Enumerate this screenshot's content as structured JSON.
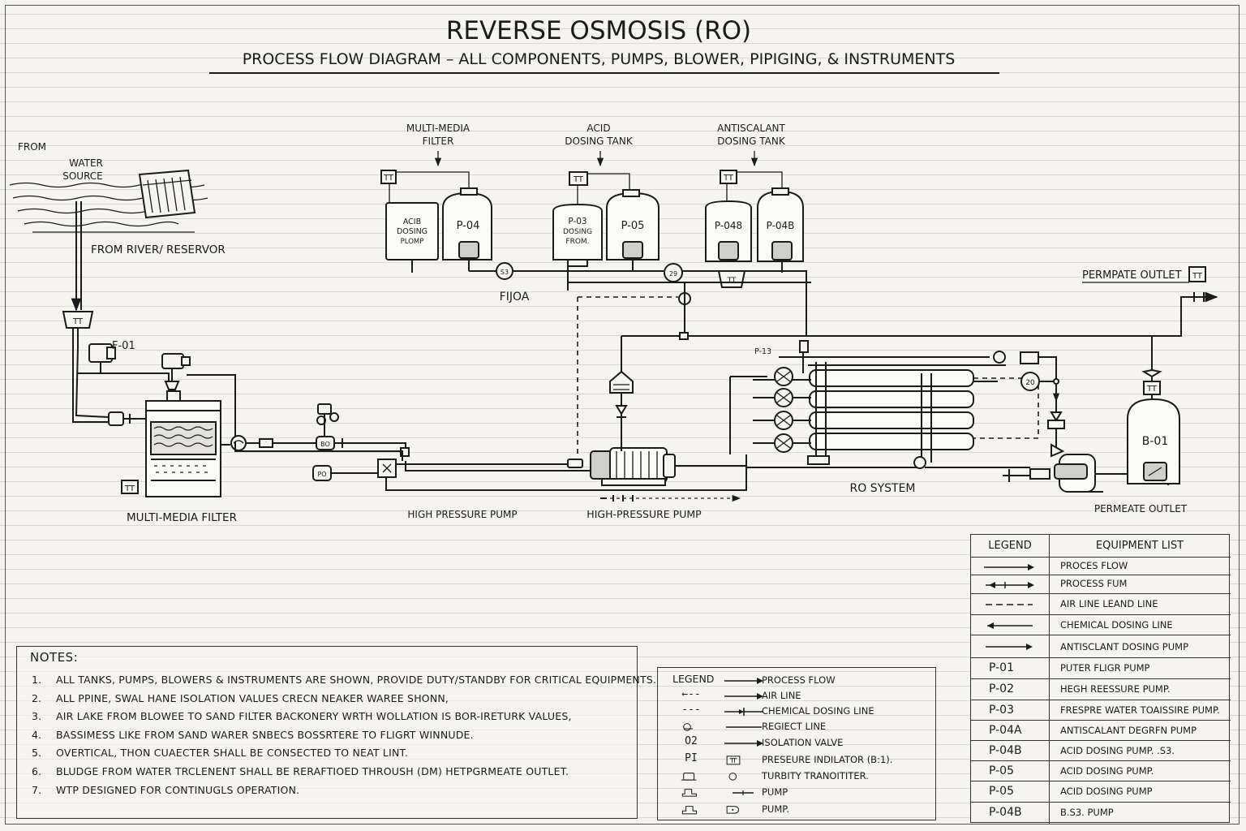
{
  "header": {
    "title": "REVERSE OSMOSIS (RO)",
    "subtitle": "PROCESS FLOW DIAGRAM – ALL COMPONENTS, PUMPS, BLOWER, PIPIGING, & INSTRUMENTS"
  },
  "intake": {
    "from": "FROM",
    "water_source": [
      "WATER",
      "SOURCE"
    ],
    "from_river": "FROM RIVER/ RESERVOR",
    "valve_tag": "F-01",
    "instrument_tag": "TT"
  },
  "chemicals": {
    "mmf_title": [
      "MULTI-MEDIA",
      "FILTER"
    ],
    "acid_title": [
      "ACID",
      "DOSING TANK"
    ],
    "antiscalant_title": [
      "ANTISCALANT",
      "DOSING TANK"
    ],
    "acid_pump_label": [
      "ACIB",
      "DOSING",
      "PLOMP"
    ],
    "p04": "P-04",
    "p03_label": [
      "P-03",
      "DOSING",
      "FROM."
    ],
    "p05": "P-05",
    "p048": "P-048",
    "p04b": "P-04B",
    "tt_tag": "TT",
    "flow_label": "FIJOA",
    "gauge1": "S3",
    "gauge2": "29"
  },
  "process": {
    "mmf_label": "MULTI-MEDIA FILTER",
    "hp_pump_1": "HIGH PRESSURE PUMP",
    "hp_pump_2": "HIGH-PRESSURE PUMP",
    "ro_system": "RO SYSTEM",
    "p13": "P-13",
    "gauge_ro": "20",
    "bo_gauge": "BO",
    "po_gauge": "PO"
  },
  "outlets": {
    "permeate_top": "PERMPATE OUTLET",
    "permeate_bottom": "PERMEATE OUTLET",
    "blower_tag": "B-01"
  },
  "notes": {
    "title": "NOTES:",
    "items": [
      {
        "n": "1.",
        "text": "ALL TANKS, PUMPS, BLOWERS & INSTRUMENTS ARE SHOWN, PROVIDE DUTY/STANDBY FOR CRITICAL EQUIPMENTS."
      },
      {
        "n": "2.",
        "text": "ALL PPINE, SWAL HANE ISOLATION VALUES CRECN NEAKER WAREE SHONN,"
      },
      {
        "n": "3.",
        "text": "AIR LAKE FROM BLOWEE TO SAND FILTER BACKONERY WRTH WOLLATION IS BOR-IRETURK VALUES,"
      },
      {
        "n": "4.",
        "text": "BASSIMESS LIKE FROM SAND WARER SNBECS BOSSRTERE TO FLIGRT WINNUDE."
      },
      {
        "n": "5.",
        "text": "OVERTICAL, THON CUAECTER SHALL BE CONSECTED TO NEAT LINT."
      },
      {
        "n": "6.",
        "text": "BLUDGE FROM WATER TRCLENENT SHALL BE RERAFTIOED THROUSH (DM) HETPGRMEATE OUTLET."
      },
      {
        "n": "7.",
        "text": "WTP DESIGNED FOR CONTINUGLS OPERATION."
      }
    ]
  },
  "legend_small": {
    "title": "LEGEND",
    "rows": [
      {
        "sym": "",
        "label": "PROCESS FLOW"
      },
      {
        "sym": "←--",
        "label": "AIR LINE"
      },
      {
        "sym": "---",
        "label": "CHEMICAL DOSING LINE"
      },
      {
        "sym": "",
        "label": "REGIECT LINE"
      },
      {
        "sym": "O2",
        "label": "ISOLATION VALVE"
      },
      {
        "sym": "PI",
        "label": "PRESEURE INDILATOR (B:1)."
      },
      {
        "sym": "",
        "label": "TURBITY TRANOITITER."
      },
      {
        "sym": "",
        "label": "PUMP"
      },
      {
        "sym": "",
        "label": "PUMP."
      }
    ]
  },
  "equipment": {
    "legend_header": "LEGEND",
    "list_header": "EQUIPMENT LIST",
    "rows": [
      {
        "tag": "",
        "desc": "PROCES FLOW"
      },
      {
        "tag": "",
        "desc": "PROCESS FUM"
      },
      {
        "tag": "",
        "desc": "AIR LINE LEAND LINE"
      },
      {
        "tag": "",
        "desc": "CHEMICAL DOSING LINE"
      },
      {
        "tag": "",
        "desc": "ANTISCLANT DOSING PUMP"
      },
      {
        "tag": "P-01",
        "desc": "PUTER FLIGR PUMP"
      },
      {
        "tag": "P-02",
        "desc": "HEGH REESSURE PUMP."
      },
      {
        "tag": "P-03",
        "desc": "FRESPRE WATER TOAISSIRE PUMP."
      },
      {
        "tag": "P-04A",
        "desc": "ANTISCALANT DEGRFN PUMP"
      },
      {
        "tag": "P-04B",
        "desc": "ACID DOSING PUMP. .S3."
      },
      {
        "tag": "P-05",
        "desc": "ACID DOSING PUMP."
      },
      {
        "tag": "P-05",
        "desc": "ACID DOSING PUMP"
      },
      {
        "tag": "P-04B",
        "desc": "B.S3. PUMP"
      }
    ]
  }
}
